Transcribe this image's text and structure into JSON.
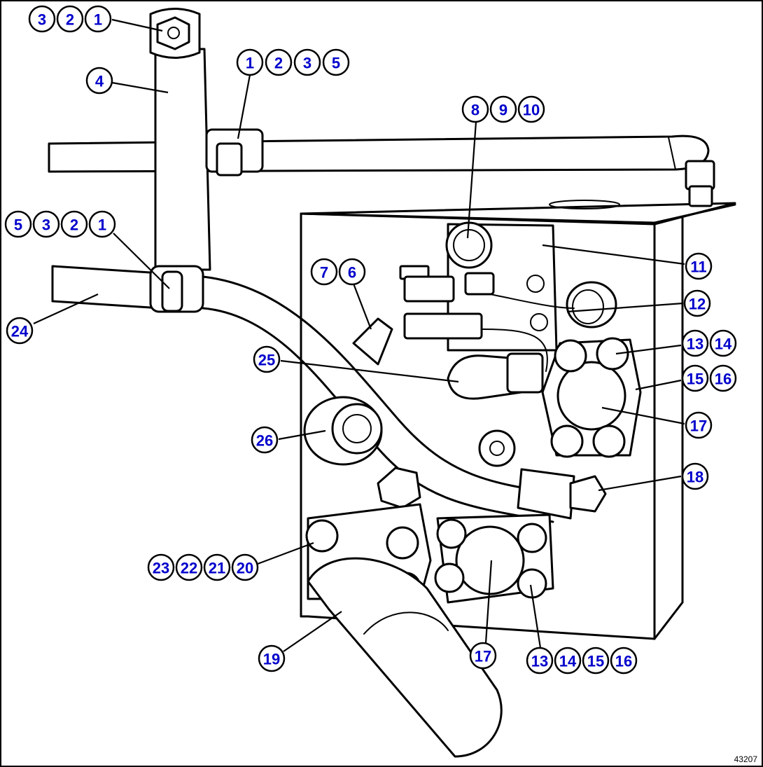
{
  "drawing_number": "43207",
  "callouts": [
    {
      "label": "3"
    },
    {
      "label": "2"
    },
    {
      "label": "1"
    },
    {
      "label": "1"
    },
    {
      "label": "2"
    },
    {
      "label": "3"
    },
    {
      "label": "5"
    },
    {
      "label": "4"
    },
    {
      "label": "8"
    },
    {
      "label": "9"
    },
    {
      "label": "10"
    },
    {
      "label": "5"
    },
    {
      "label": "3"
    },
    {
      "label": "2"
    },
    {
      "label": "1"
    },
    {
      "label": "11"
    },
    {
      "label": "7"
    },
    {
      "label": "6"
    },
    {
      "label": "12"
    },
    {
      "label": "24"
    },
    {
      "label": "13"
    },
    {
      "label": "14"
    },
    {
      "label": "25"
    },
    {
      "label": "15"
    },
    {
      "label": "16"
    },
    {
      "label": "17"
    },
    {
      "label": "26"
    },
    {
      "label": "18"
    },
    {
      "label": "23"
    },
    {
      "label": "22"
    },
    {
      "label": "21"
    },
    {
      "label": "20"
    },
    {
      "label": "19"
    },
    {
      "label": "17"
    },
    {
      "label": "13"
    },
    {
      "label": "14"
    },
    {
      "label": "15"
    },
    {
      "label": "16"
    }
  ]
}
